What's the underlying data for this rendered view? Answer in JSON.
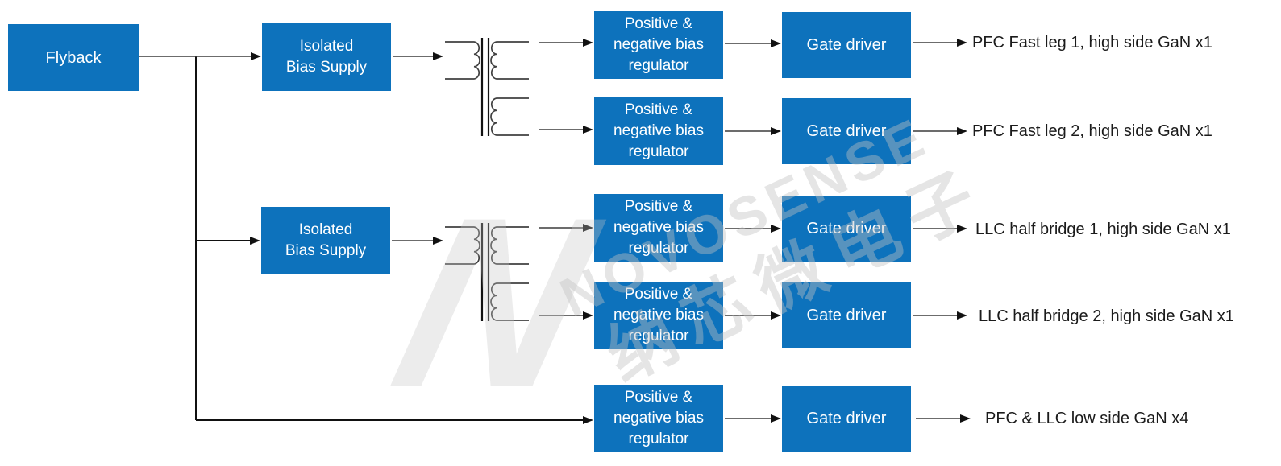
{
  "diagram": {
    "blocks": {
      "flyback": "Flyback",
      "isolated_bias_supply": "Isolated\nBias Supply",
      "regulator": "Positive &\nnegative bias\nregulator",
      "gate_driver": "Gate driver"
    },
    "outputs": [
      "PFC Fast leg 1, high side GaN x1",
      "PFC Fast leg 2, high side GaN x1",
      "LLC half bridge 1, high side GaN x1",
      "LLC half bridge 2, high side GaN x1",
      "PFC & LLC low side GaN x4"
    ],
    "watermark": {
      "brand": "NOVOSENSE",
      "brand_cn": "纳芯微电子",
      "logo_letter": "N"
    },
    "colors": {
      "block_fill": "#0d72bc",
      "block_text": "#ffffff",
      "connector_line": "#3c3c3c",
      "arrowhead": "#111111",
      "output_text": "#1b1b1b",
      "watermark": "#e6e6e6"
    }
  }
}
